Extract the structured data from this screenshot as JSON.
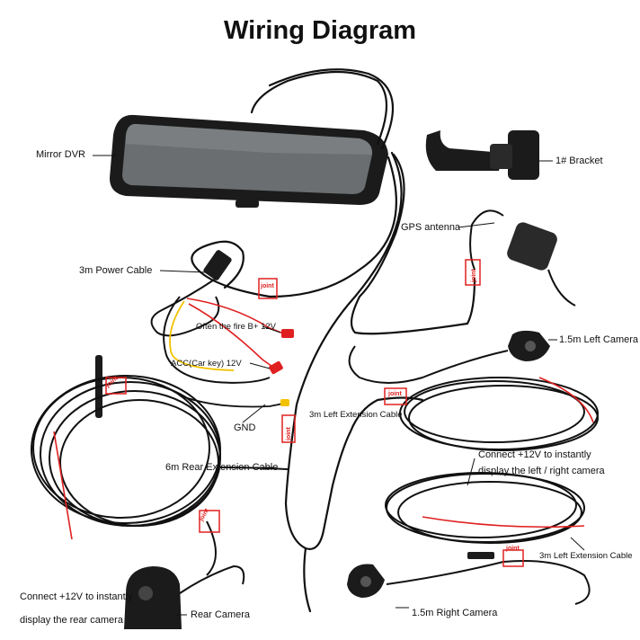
{
  "title": "Wiring Diagram",
  "labels": {
    "mirror_dvr": "Mirror DVR",
    "bracket": "1# Bracket",
    "gps_antenna": "GPS antenna",
    "power_cable": "3m Power Cable",
    "fire_b": "Often the fire B+ 12V",
    "acc": "ACC(Car key) 12V",
    "gnd": "GND",
    "left_ext_cable_top": "3m Left Extension Cable",
    "left_camera": "1.5m Left Camera",
    "connect_lr_line1": "Connect +12V to instantly",
    "connect_lr_line2": "display the left / right camera",
    "rear_ext_cable": "6m Rear Extension Cable",
    "left_ext_cable_bottom": "3m Left Extension Cable",
    "connect_rear_line1": "Connect +12V to instantly",
    "connect_rear_line2": "display the rear camera",
    "rear_camera": "Rear Camera",
    "right_camera": "1.5m Right Camera"
  },
  "joint_text": "joint",
  "colors": {
    "cable": "#111111",
    "red_wire": "#e02020",
    "yellow_wire": "#f2c200",
    "joint_box": "#e02020"
  }
}
